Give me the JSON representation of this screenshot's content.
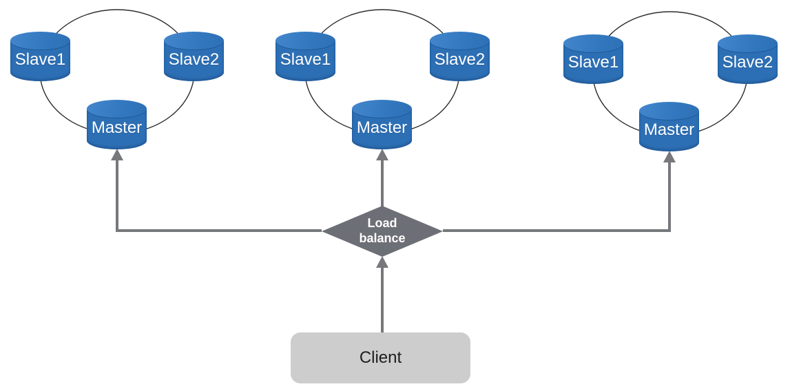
{
  "clusters": [
    {
      "nodes": [
        {
          "label": "Slave1"
        },
        {
          "label": "Slave2"
        },
        {
          "label": "Master"
        }
      ]
    },
    {
      "nodes": [
        {
          "label": "Slave1"
        },
        {
          "label": "Slave2"
        },
        {
          "label": "Master"
        }
      ]
    },
    {
      "nodes": [
        {
          "label": "Slave1"
        },
        {
          "label": "Slave2"
        },
        {
          "label": "Master"
        }
      ]
    }
  ],
  "load_balancer": {
    "label": "Load\nbalance"
  },
  "client": {
    "label": "Client"
  },
  "colors": {
    "database_fill": "#2d6fb4",
    "database_top": "#3a7cc4",
    "ring_stroke": "#2b2b2b",
    "arrow": "#76787b",
    "diamond_fill": "#6d6f76",
    "client_fill": "#cdcdcd",
    "node_text": "#ffffff",
    "client_text": "#1d1d1f",
    "background": "#ffffff"
  }
}
